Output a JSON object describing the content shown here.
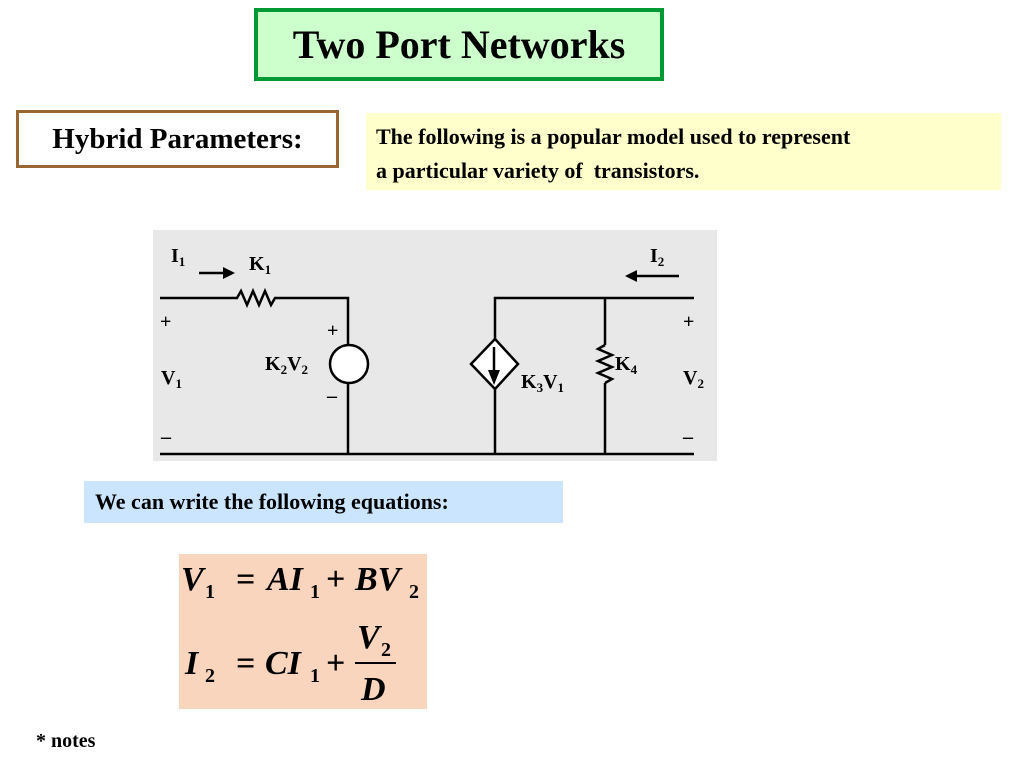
{
  "title": "Two Port Networks",
  "hybrid_label": "Hybrid Parameters:",
  "intro": {
    "line1": "The following is a popular model used to represent",
    "line2": "a particular variety of  transistors."
  },
  "circuit": {
    "i1": "I",
    "i1_sub": "1",
    "i2": "I",
    "i2_sub": "2",
    "k1": "K",
    "k1_sub": "1",
    "k2v2_a": "K",
    "k2v2_a_sub": "2",
    "k2v2_b": "V",
    "k2v2_b_sub": "2",
    "k3v1_a": "K",
    "k3v1_a_sub": "3",
    "k3v1_b": "V",
    "k3v1_b_sub": "1",
    "k4": "K",
    "k4_sub": "4",
    "v1": "V",
    "v1_sub": "1",
    "v2": "V",
    "v2_sub": "2",
    "plus": "+",
    "minus": "–"
  },
  "equations_note": "We can write the following equations:",
  "equations": {
    "eq1": {
      "lhs": "V",
      "lhs_sub": "1",
      "eq": "=",
      "t1": "AI",
      "t1_sub": "1",
      "plus": "+",
      "t2": "BV",
      "t2_sub": "2"
    },
    "eq2": {
      "lhs": "I",
      "lhs_sub": "2",
      "eq": "=",
      "t1": "CI",
      "t1_sub": "1",
      "plus": "+",
      "num": "V",
      "num_sub": "2",
      "den": "D"
    }
  },
  "notes": "* notes"
}
